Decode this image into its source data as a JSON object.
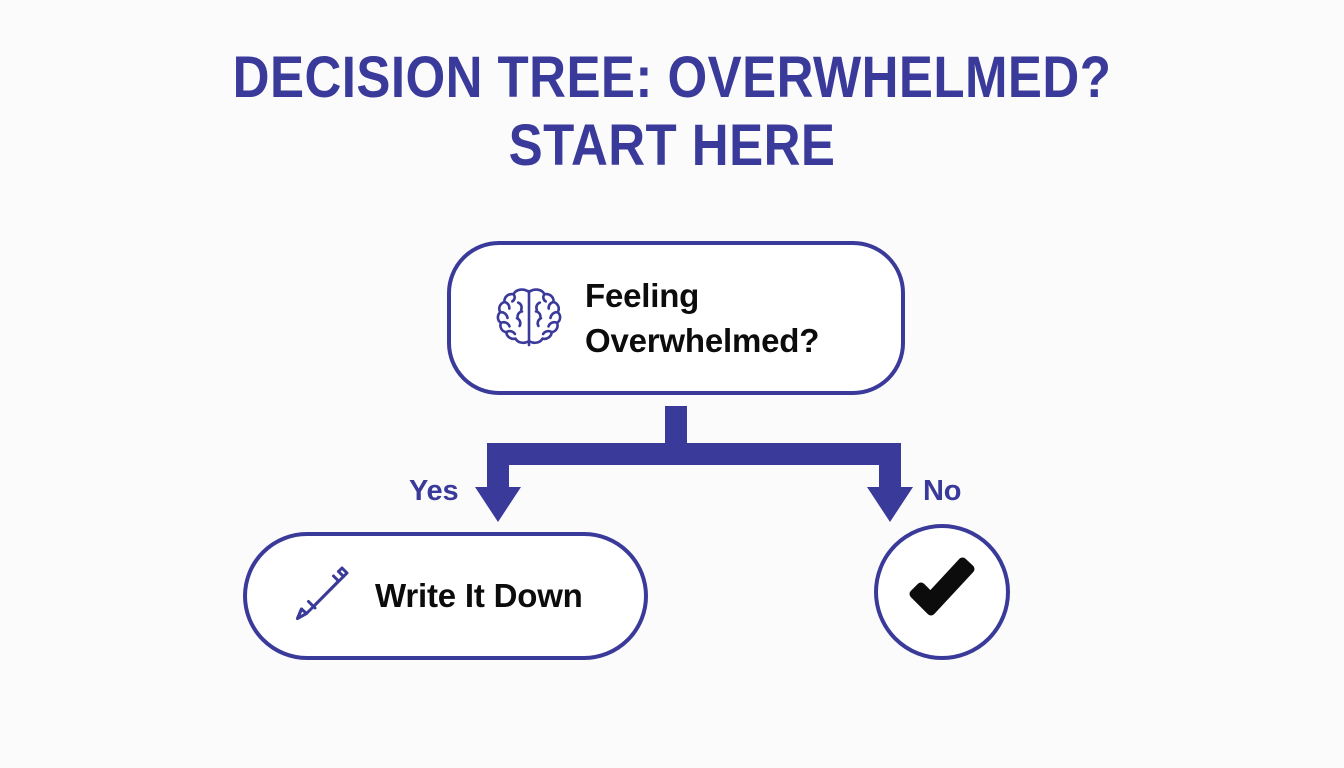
{
  "page": {
    "background_color": "#fbfbfb",
    "accent_color": "#3a3a9b",
    "text_color": "#0c0c0c"
  },
  "title": {
    "text": "DECISION TREE: OVERWHELMED?\nSTART HERE",
    "line1": "DECISION TREE: OVERWHELMED?",
    "line2": "START HERE",
    "color": "#3a3a9b"
  },
  "diagram": {
    "type": "decision-tree",
    "root": {
      "label": "Feeling\nOverwhelmed?",
      "icon": "brain-icon",
      "shape": "rounded-rectangle",
      "border_color": "#3a3a9b",
      "fill_color": "#ffffff"
    },
    "branches": [
      {
        "label": "Yes",
        "direction": "left",
        "target": "write-it-down"
      },
      {
        "label": "No",
        "direction": "right",
        "target": "check-mark"
      }
    ],
    "leaves": [
      {
        "id": "write-it-down",
        "label": "Write It Down",
        "icon": "pen-icon",
        "shape": "pill",
        "border_color": "#3a3a9b",
        "fill_color": "#ffffff"
      },
      {
        "id": "check-mark",
        "label": "",
        "icon": "check-icon",
        "shape": "circle",
        "border_color": "#3a3a9b",
        "fill_color": "#ffffff"
      }
    ]
  }
}
